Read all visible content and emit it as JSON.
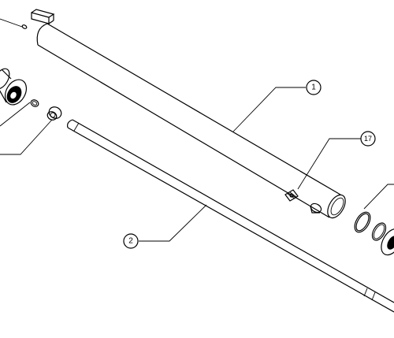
{
  "callouts": [
    {
      "id": "cylinder-tube",
      "label": "1"
    },
    {
      "id": "piston-rod",
      "label": "2"
    },
    {
      "id": "grease-fitting",
      "label": "17"
    }
  ]
}
